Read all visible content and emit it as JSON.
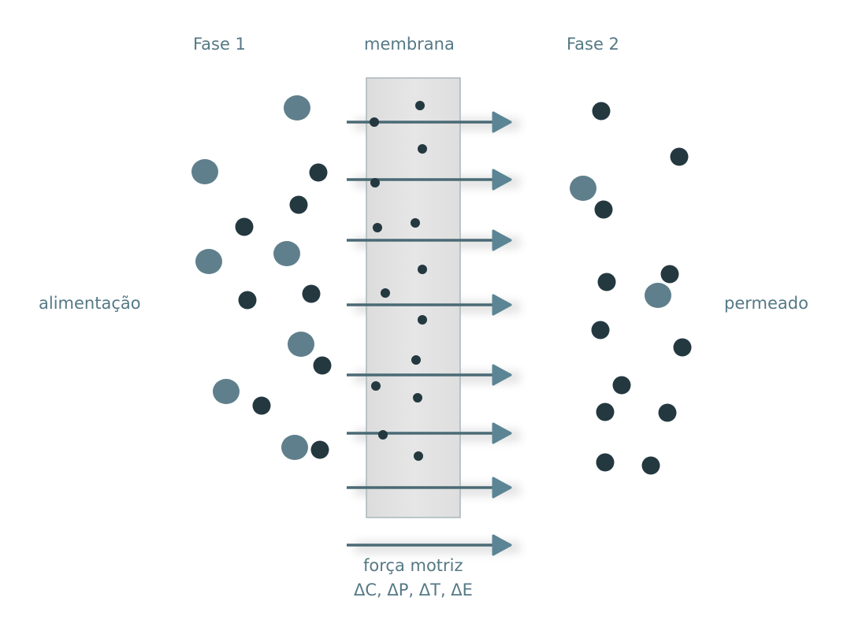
{
  "labels": {
    "phase1": "Fase 1",
    "membrane": "membrana",
    "phase2": "Fase 2",
    "feed": "alimentação",
    "permeate": "permeado",
    "driving_force": "força motriz",
    "driving_force_terms": "ΔC, ΔP, ΔT, ΔE"
  },
  "colors": {
    "text": "#557985",
    "large_particle": "#5f7f8c",
    "small_particle": "#243840",
    "arrow": "#4a6a75",
    "arrow_head": "#5b8594",
    "membrane_fill": "#e2e2e2",
    "membrane_border": "#a9b6ba"
  }
}
